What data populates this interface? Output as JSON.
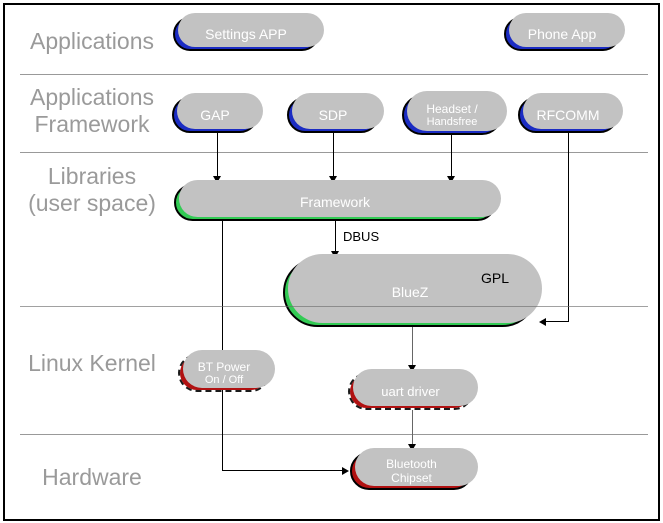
{
  "colors": {
    "app_blue": "#1b2cc3",
    "lib_green": "#32cb54",
    "kernel_red": "#b11111",
    "shadow_gray": "#c2c2c2",
    "label_gray": "#9a9a9a",
    "divider_gray": "#999999",
    "connector_black": "#000000",
    "connector_gray": "#666666"
  },
  "layers": [
    {
      "lines": [
        "Applications"
      ]
    },
    {
      "lines": [
        "Applications",
        "Framework"
      ]
    },
    {
      "lines": [
        "Libraries",
        "(user space)"
      ]
    },
    {
      "lines": [
        "Linux Kernel"
      ]
    },
    {
      "lines": [
        "Hardware"
      ]
    }
  ],
  "nodes": {
    "settings_app": {
      "label": "Settings APP"
    },
    "phone_app": {
      "label": "Phone App"
    },
    "gap": {
      "label": "GAP"
    },
    "sdp": {
      "label": "SDP"
    },
    "headset": {
      "lines": [
        "Headset /",
        "Handsfree"
      ]
    },
    "rfcomm": {
      "label": "RFCOMM"
    },
    "framework": {
      "label": "Framework"
    },
    "bluez": {
      "label": "BlueZ",
      "badge": "GPL"
    },
    "bt_power": {
      "lines": [
        "BT Power",
        "On / Off"
      ]
    },
    "uart_driver": {
      "label": "uart driver"
    },
    "bluetooth_chipset": {
      "lines": [
        "Bluetooth",
        "Chipset"
      ]
    }
  },
  "edge_labels": {
    "dbus": "DBUS"
  }
}
